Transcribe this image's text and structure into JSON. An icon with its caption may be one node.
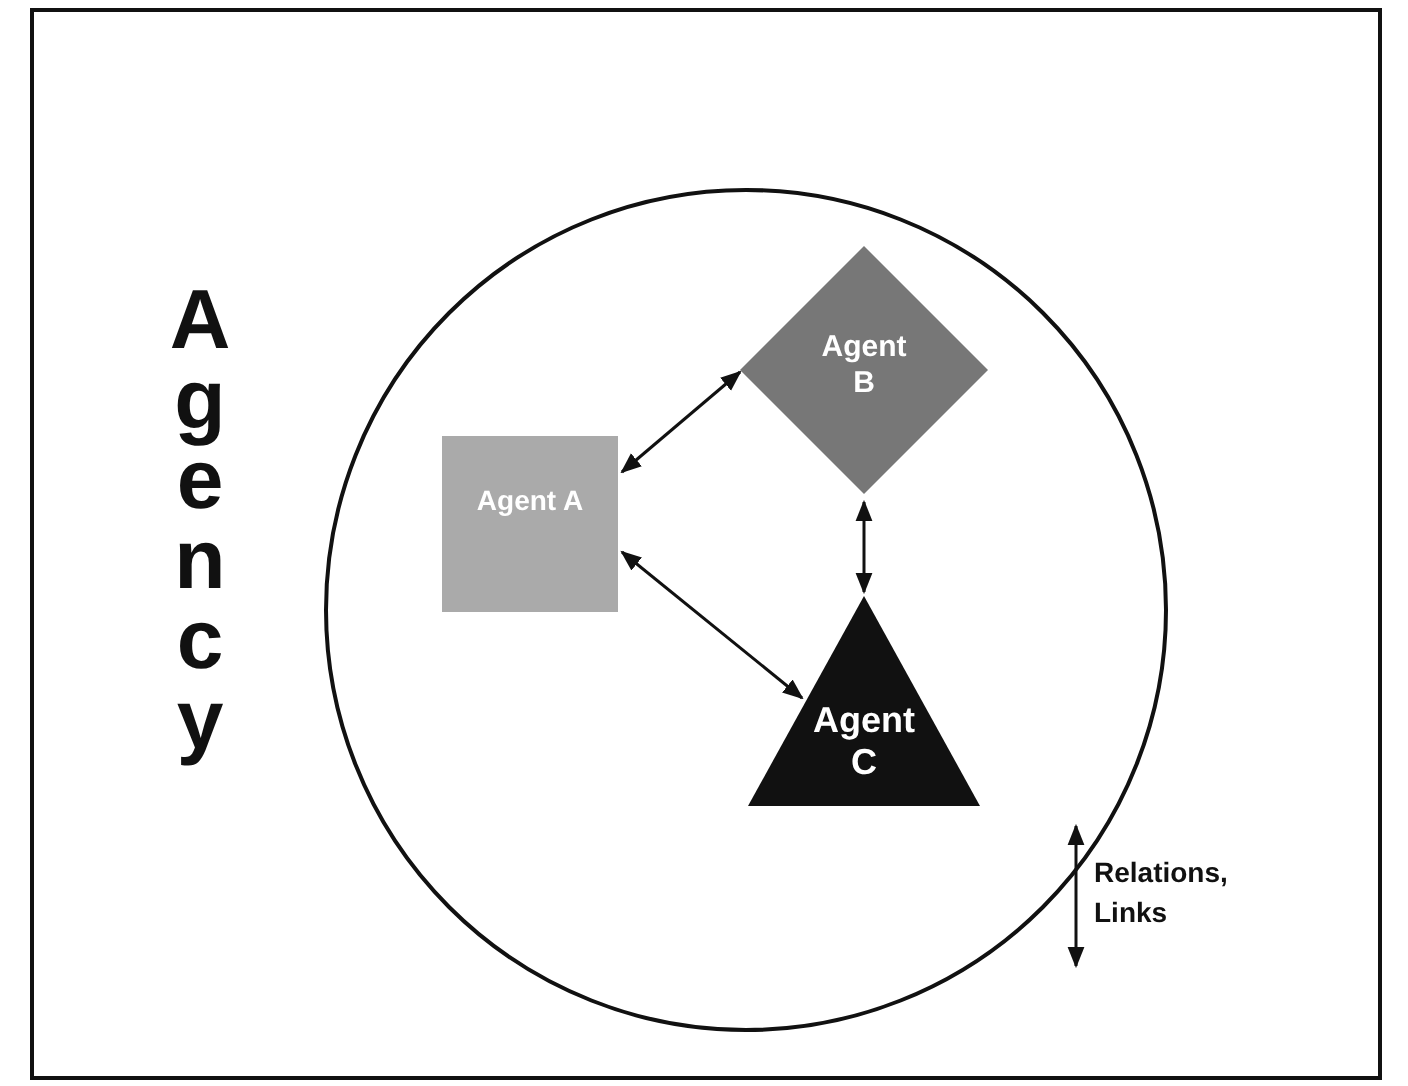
{
  "diagram": {
    "nodes": [
      {
        "text": [
          "Agency"
        ]
      },
      {
        "text": [
          "Agent A"
        ],
        "in": 0
      },
      {
        "text": [
          "Agent B"
        ],
        "in": 0
      },
      {
        "text": [
          "Agent C"
        ],
        "in": 0
      }
    ],
    "edges": [
      {
        "from": 1,
        "to": 2,
        "arrow": "both"
      },
      {
        "from": 2,
        "to": 3,
        "arrow": "both"
      },
      {
        "from": 1,
        "to": 3,
        "arrow": "both"
      }
    ],
    "legend": [
      {
        "text": "Relations, Links"
      }
    ]
  }
}
